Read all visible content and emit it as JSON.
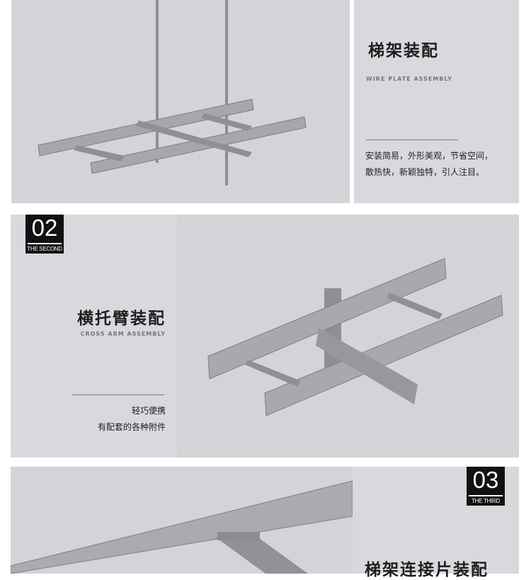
{
  "sections": [
    {
      "title": "梯架装配",
      "subtitle": "WIRE PLATE ASSEMBLY",
      "desc": [
        "安装简易，外形美观，节省空间，",
        "散热快，新颖独特，引人注目。"
      ]
    },
    {
      "badge_num": "02",
      "badge_sub": "THE SECOND",
      "title": "横托臂装配",
      "subtitle": "CROSS ARM ASSEMBLY",
      "desc": [
        "轻巧便携",
        "有配套的各种附件"
      ]
    },
    {
      "badge_num": "03",
      "badge_sub": "THE THIRD",
      "title": "梯架连接片装配"
    }
  ],
  "colors": {
    "panel": "#d8d9dd",
    "badge": "#111111",
    "metal": "#9a9ca0"
  }
}
